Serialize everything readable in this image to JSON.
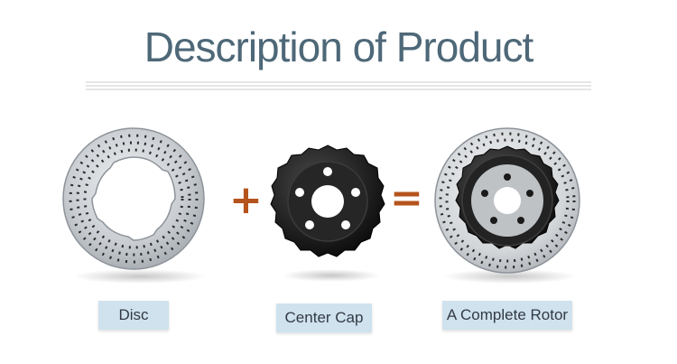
{
  "title": "Description of Product",
  "operators": {
    "plus": "+",
    "equals": "="
  },
  "labels": {
    "disc": "Disc",
    "center_cap": "Center Cap",
    "complete_rotor": "A Complete Rotor"
  },
  "colors": {
    "title": "#4e6878",
    "operator": "#b5531d",
    "label_bg": "#cfe2ee",
    "cap_black": "#1a1a1a",
    "disc_metal": "#c9cdd1"
  }
}
